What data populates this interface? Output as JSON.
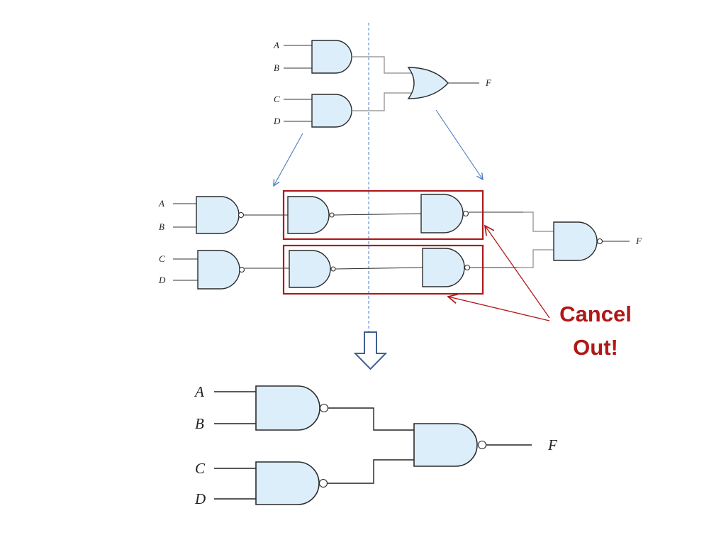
{
  "top_circuit": {
    "inputs": [
      "A",
      "B",
      "C",
      "D"
    ],
    "output": "F"
  },
  "middle_circuit": {
    "inputs": [
      "A",
      "B",
      "C",
      "D"
    ],
    "output": "F"
  },
  "bottom_circuit": {
    "inputs": [
      "A",
      "B",
      "C",
      "D"
    ],
    "output": "F"
  },
  "annotation": {
    "line1": "Cancel",
    "line2": "Out!",
    "color": "#b01818"
  },
  "colors": {
    "gate_fill": "#dbeefa",
    "guide_line": "#4a7cc0"
  }
}
